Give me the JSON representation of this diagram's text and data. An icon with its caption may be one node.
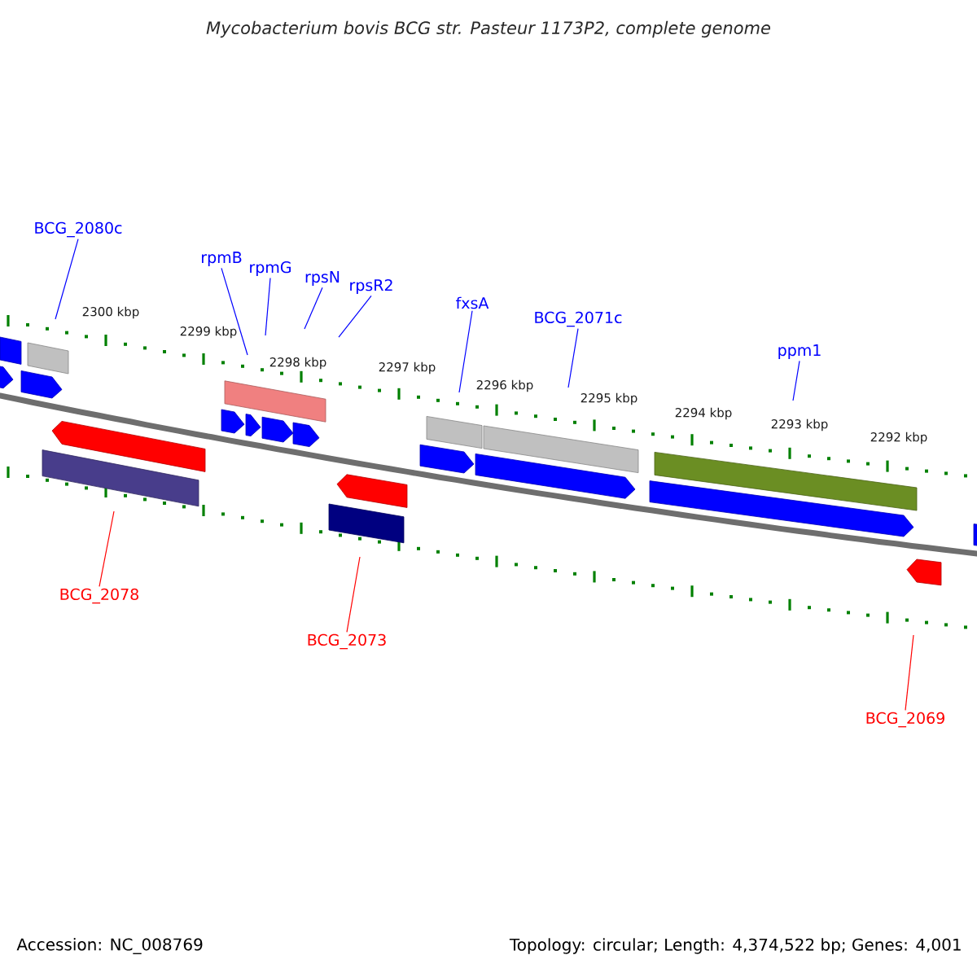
{
  "diagram": {
    "title": "Mycobacterium bovis BCG str. Pasteur 1173P2, complete genome",
    "nodes": [
      {
        "text": [
          "BCG_2080c"
        ]
      },
      {
        "text": [
          "rpmB"
        ]
      },
      {
        "text": [
          "rpmG"
        ]
      },
      {
        "text": [
          "rpsN"
        ]
      },
      {
        "text": [
          "rpsR2"
        ]
      },
      {
        "text": [
          "fxsA"
        ]
      },
      {
        "text": [
          "BCG_2071c"
        ]
      },
      {
        "text": [
          "ppm1"
        ]
      },
      {
        "text": [
          "BCG_2078"
        ]
      },
      {
        "text": [
          "BCG_2073"
        ]
      },
      {
        "text": [
          "BCG_2069"
        ]
      }
    ],
    "edges": [
      {
        "from": 0,
        "to": null,
        "arrow": "none"
      },
      {
        "from": 1,
        "to": null,
        "arrow": "none"
      },
      {
        "from": 2,
        "to": null,
        "arrow": "none"
      },
      {
        "from": 3,
        "to": null,
        "arrow": "none"
      },
      {
        "from": 4,
        "to": null,
        "arrow": "none"
      },
      {
        "from": 5,
        "to": null,
        "arrow": "none"
      },
      {
        "from": 6,
        "to": null,
        "arrow": "none"
      },
      {
        "from": 7,
        "to": null,
        "arrow": "none"
      },
      {
        "from": 8,
        "to": null,
        "arrow": "none",
        "color": "#ff0000"
      },
      {
        "from": 9,
        "to": null,
        "arrow": "none",
        "color": "#ff0000"
      },
      {
        "from": 10,
        "to": null,
        "arrow": "none",
        "color": "#ff0000"
      }
    ],
    "labels": [
      "2300 kbp",
      "2299 kbp",
      "2298 kbp",
      "2297 kbp",
      "2296 kbp",
      "2295 kbp",
      "2294 kbp",
      "2293 kbp",
      "2292 kbp",
      "Accession: NC_008769",
      "Topology: circular; Length: 4,374,522 bp; Genes: 4,001"
    ]
  }
}
